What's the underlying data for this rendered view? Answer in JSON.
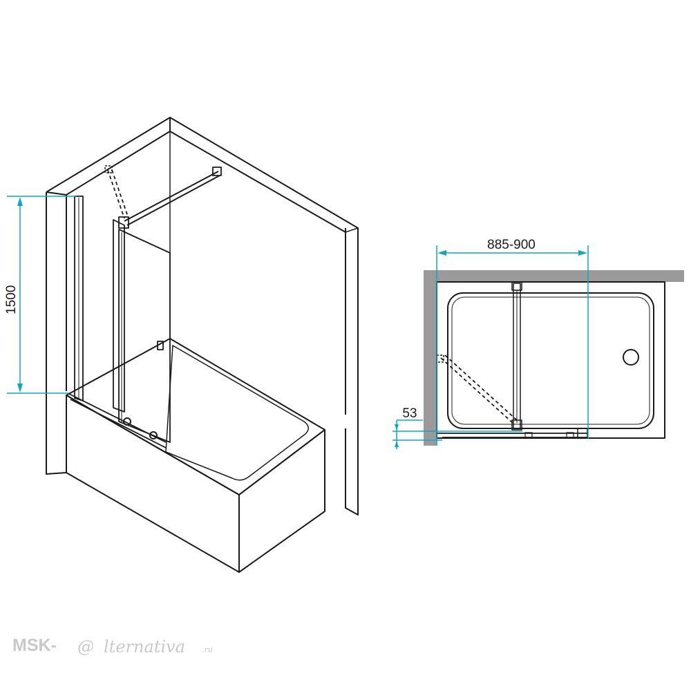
{
  "colors": {
    "line": "#1a1a1a",
    "dimension": "#0ea5c8",
    "wall_fill": "#9a9a9a",
    "logo": "#c9c9c9"
  },
  "iso_view": {
    "height_label": "1500"
  },
  "plan_view": {
    "width_label": "885-900",
    "offset_label": "53"
  },
  "logo": {
    "prefix": "MSK-",
    "at_glyph": "@",
    "suffix": "lternativa",
    "domain": ".ru"
  }
}
